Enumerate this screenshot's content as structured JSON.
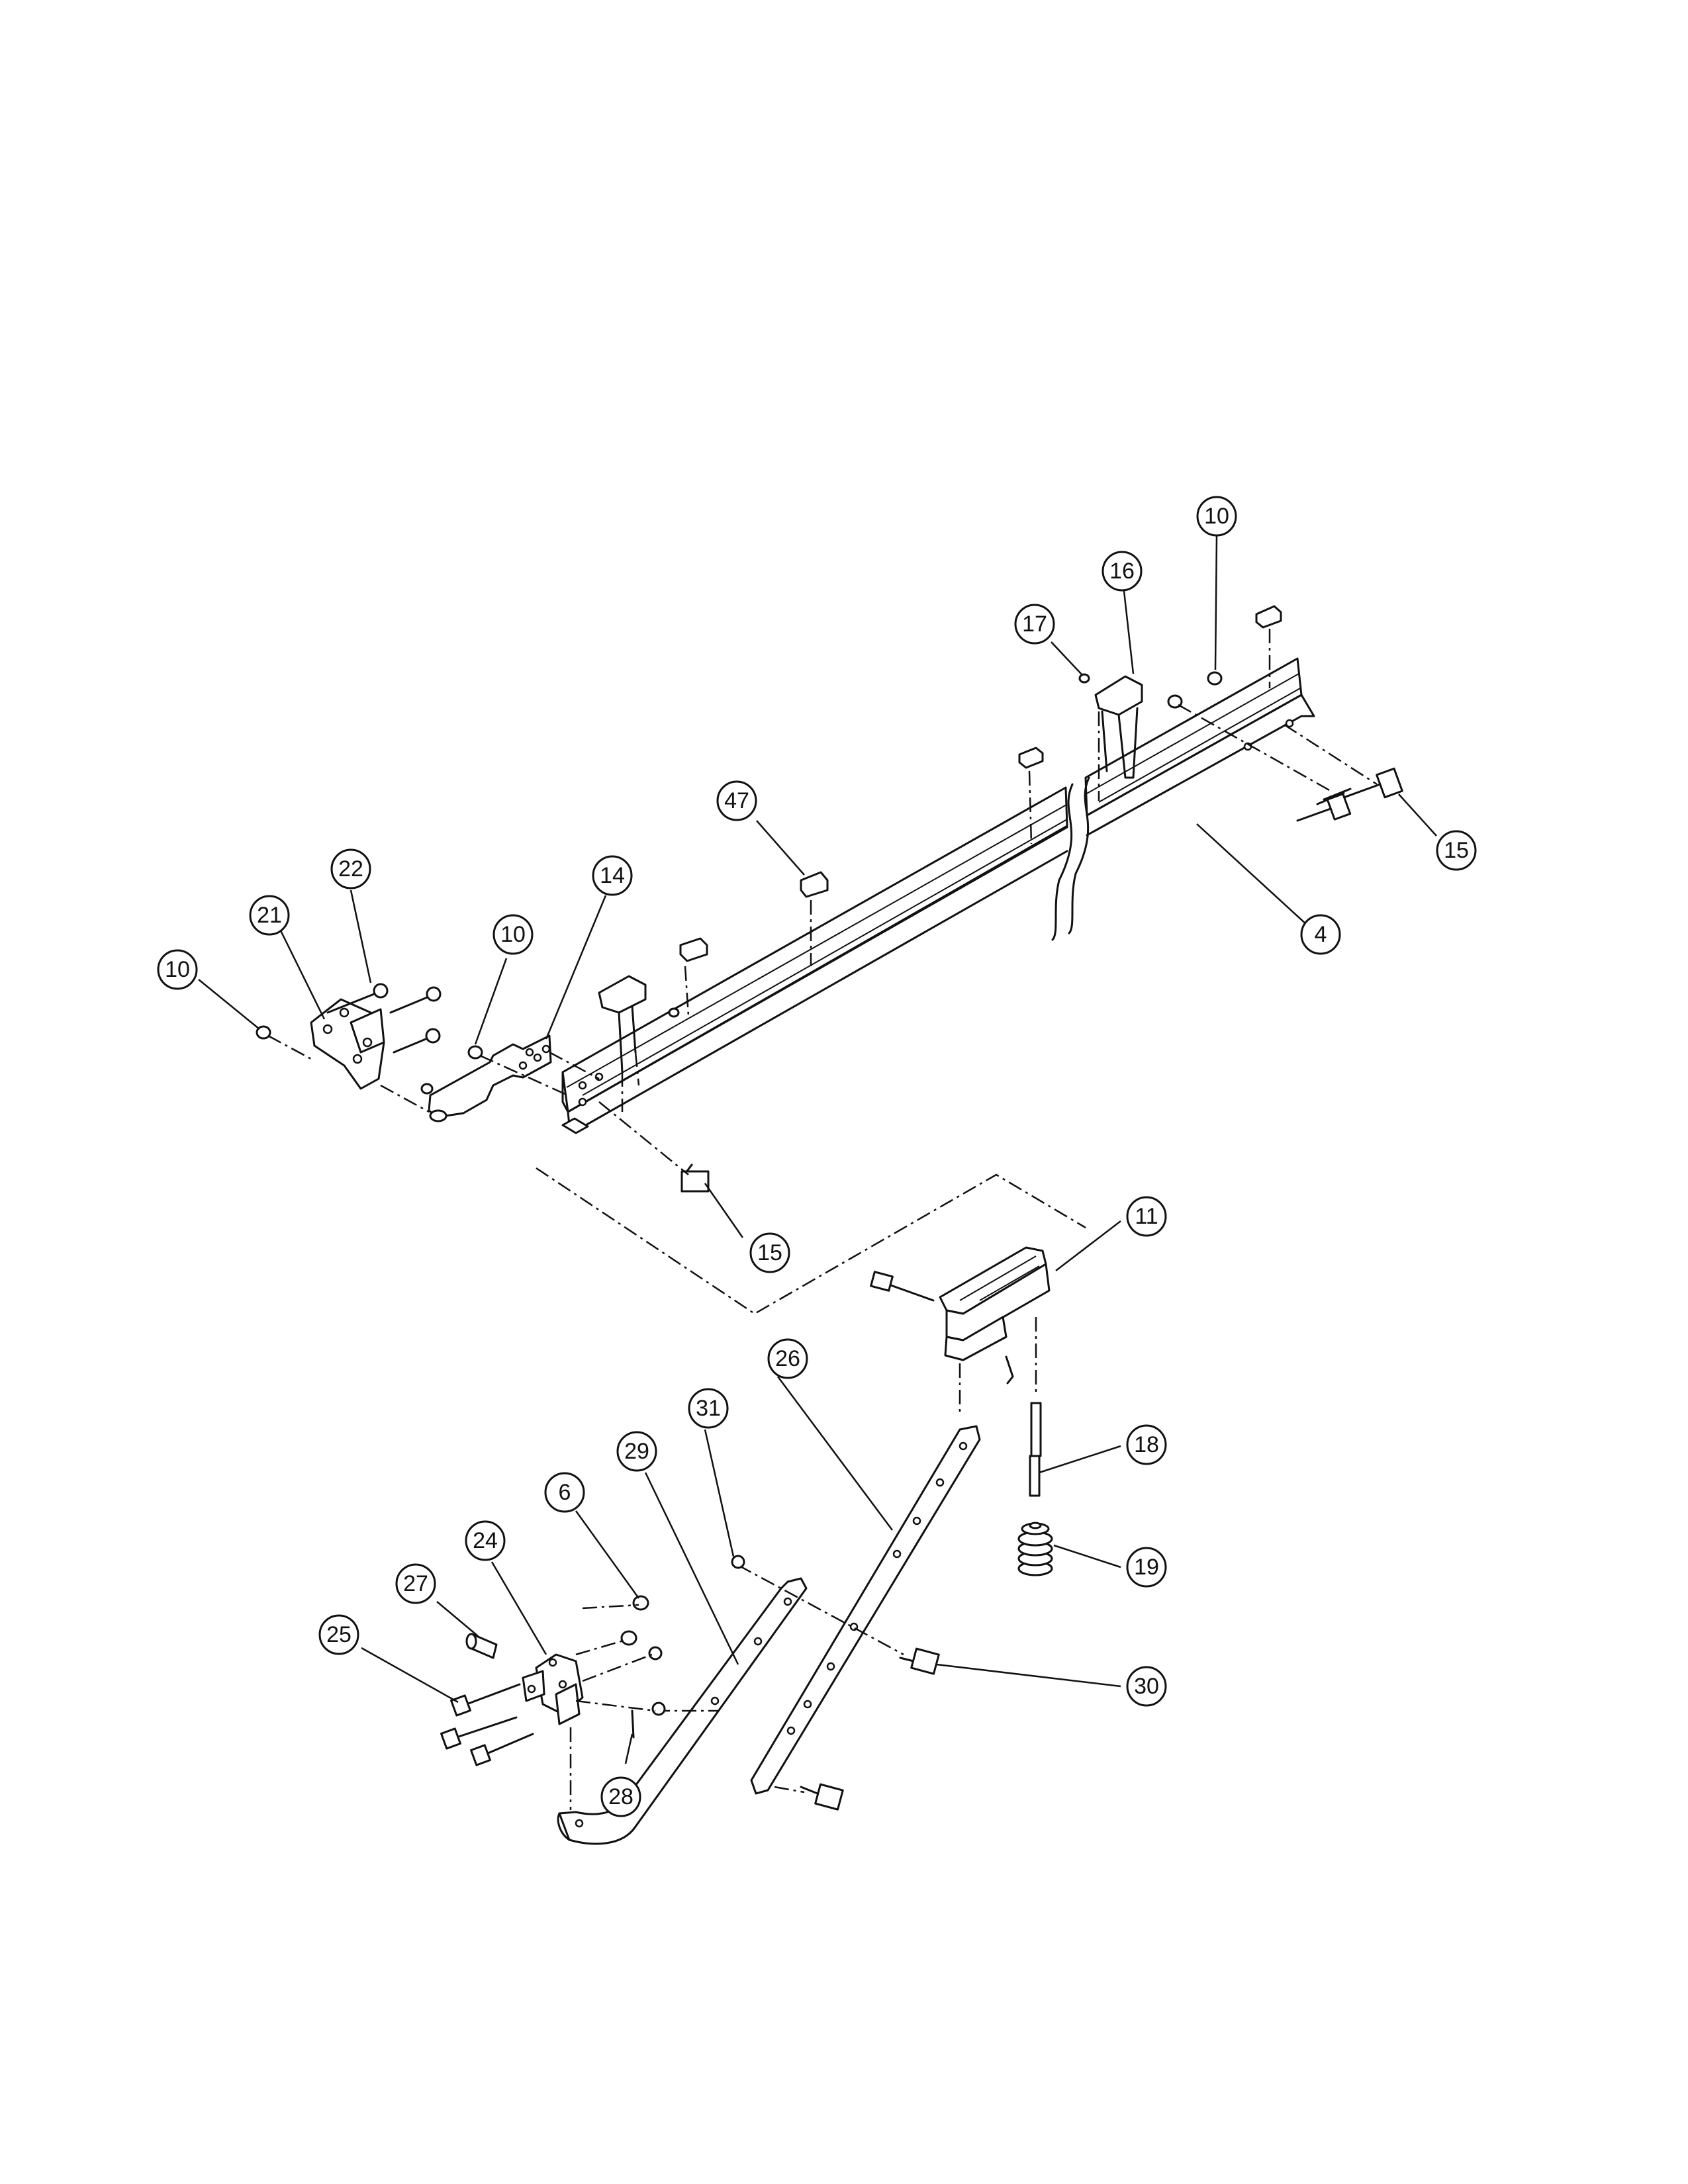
{
  "diagram": {
    "callouts": [
      {
        "id": "c10a",
        "label": "10"
      },
      {
        "id": "c16",
        "label": "16"
      },
      {
        "id": "c17",
        "label": "17"
      },
      {
        "id": "c15a",
        "label": "15"
      },
      {
        "id": "c4",
        "label": "4"
      },
      {
        "id": "c47",
        "label": "47"
      },
      {
        "id": "c22",
        "label": "22"
      },
      {
        "id": "c21",
        "label": "21"
      },
      {
        "id": "c10b",
        "label": "10"
      },
      {
        "id": "c10c",
        "label": "10"
      },
      {
        "id": "c14",
        "label": "14"
      },
      {
        "id": "c15b",
        "label": "15"
      },
      {
        "id": "c11",
        "label": "11"
      },
      {
        "id": "c26",
        "label": "26"
      },
      {
        "id": "c31",
        "label": "31"
      },
      {
        "id": "c29",
        "label": "29"
      },
      {
        "id": "c18",
        "label": "18"
      },
      {
        "id": "c6",
        "label": "6"
      },
      {
        "id": "c24",
        "label": "24"
      },
      {
        "id": "c27",
        "label": "27"
      },
      {
        "id": "c19",
        "label": "19"
      },
      {
        "id": "c25",
        "label": "25"
      },
      {
        "id": "c30",
        "label": "30"
      },
      {
        "id": "c28",
        "label": "28"
      }
    ]
  }
}
